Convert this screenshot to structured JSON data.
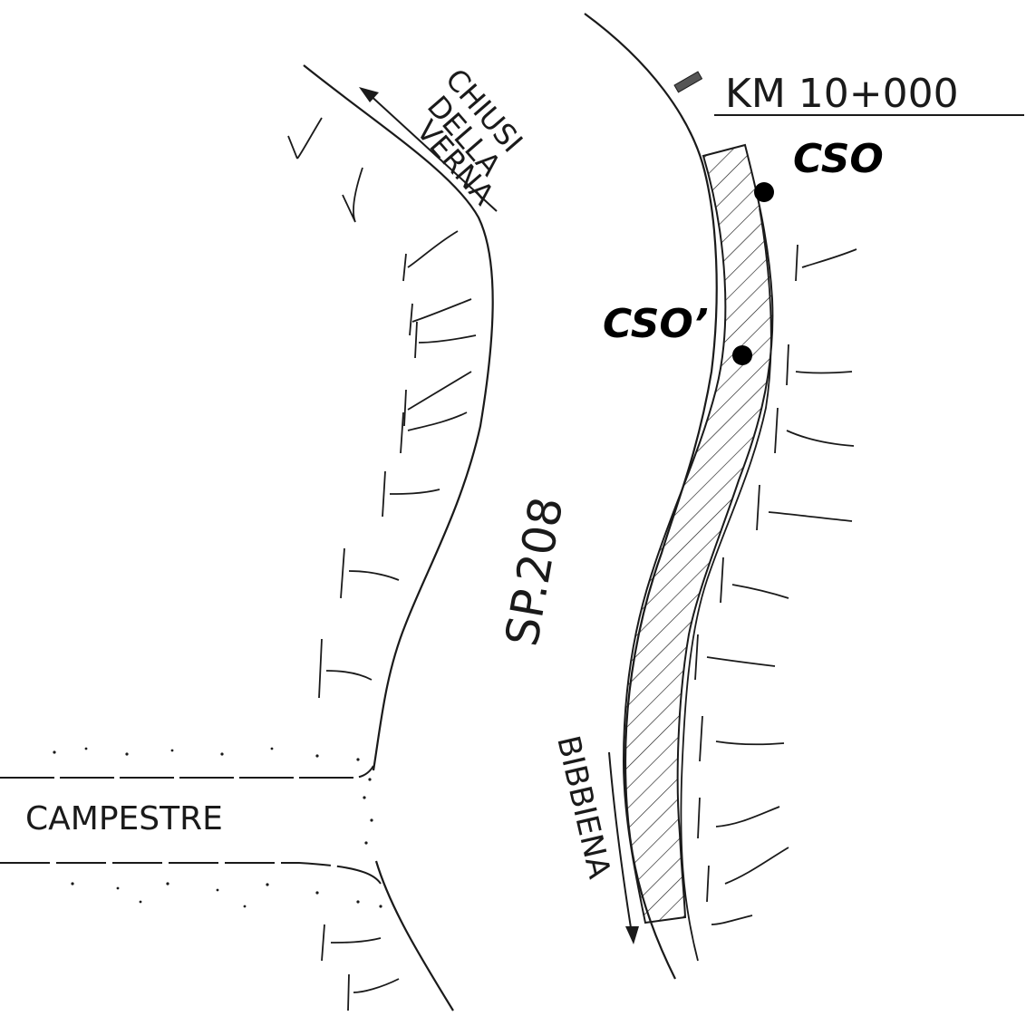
{
  "labels": {
    "km": "KM 10+000",
    "cso": "CSO",
    "cso_prime": "CSO’",
    "road": "SP.208",
    "north": [
      "CHIUSI",
      "DELLA",
      "VERNA"
    ],
    "south": "BIBBIENA",
    "side_road": "CAMPESTRE"
  },
  "colors": {
    "ink": "#1a1a1a",
    "point": "#000000",
    "paper": "#ffffff"
  }
}
